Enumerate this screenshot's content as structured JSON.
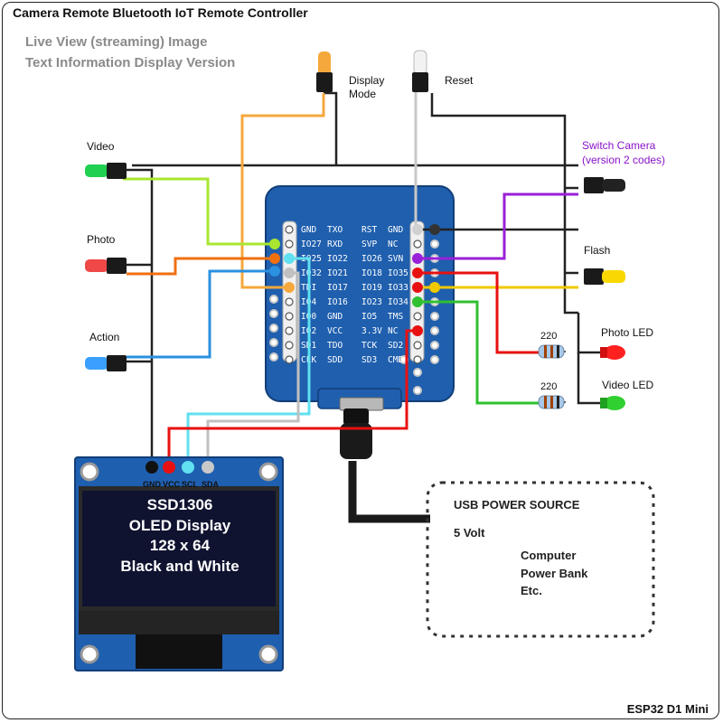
{
  "title": "Camera Remote Bluetooth IoT Remote Controller",
  "subtitle_1": "Live View (streaming) Image",
  "subtitle_2": "Text Information Display Version",
  "buttons": {
    "display_mode_1": "Display",
    "display_mode_2": "Mode",
    "reset": "Reset",
    "video": "Video",
    "photo": "Photo",
    "action": "Action",
    "switch_camera_1": "Switch Camera",
    "switch_camera_2": "(version 2 codes)",
    "flash": "Flash"
  },
  "leds": {
    "photo": "Photo LED",
    "video": "Video LED",
    "resistor_photo": "220",
    "resistor_video": "220"
  },
  "board": {
    "left_outer": [
      "GND",
      "IO27",
      "IO25",
      "IO32",
      "TDI",
      "IO4",
      "IO0",
      "IO2",
      "SD1",
      "CLK"
    ],
    "left_inner": [
      "TXO",
      "RXD",
      "IO22",
      "IO21",
      "IO17",
      "IO16",
      "GND",
      "VCC",
      "TDO",
      "SDD"
    ],
    "right_inner": [
      "RST",
      "SVP",
      "IO26",
      "IO18",
      "IO19",
      "IO23",
      "IO5",
      "3.3V",
      "TCK",
      "SD3"
    ],
    "right_outer": [
      "GND",
      "NC",
      "SVN",
      "IO35",
      "IO33",
      "IO34",
      "TMS",
      "NC",
      "SD2",
      "CMD"
    ]
  },
  "oled": {
    "pins": [
      "GND",
      "VCC",
      "SCL",
      "SDA"
    ],
    "line1": "SSD1306",
    "line2": "OLED Display",
    "line3": "128 x 64",
    "line4": "Black and White"
  },
  "usb": {
    "title": "USB POWER SOURCE",
    "voltage": "5 Volt",
    "item1": "Computer",
    "item2": "Power Bank",
    "item3": "Etc."
  },
  "footer": "ESP32 D1 Mini",
  "colors": {
    "board": "#1f5fae",
    "wire_black": "#222222",
    "wire_orange_display": "#f5a83c",
    "wire_white_reset": "#c0c0c0",
    "wire_green_video": "#a8e630",
    "wire_orange_photo": "#f07010",
    "wire_blue_action": "#2a90e0",
    "wire_purple_switch": "#9a20d8",
    "wire_yellow_flash": "#f0c800",
    "wire_red": "#e81010",
    "wire_green_led": "#30c030",
    "wire_cyan": "#60e0f0"
  }
}
